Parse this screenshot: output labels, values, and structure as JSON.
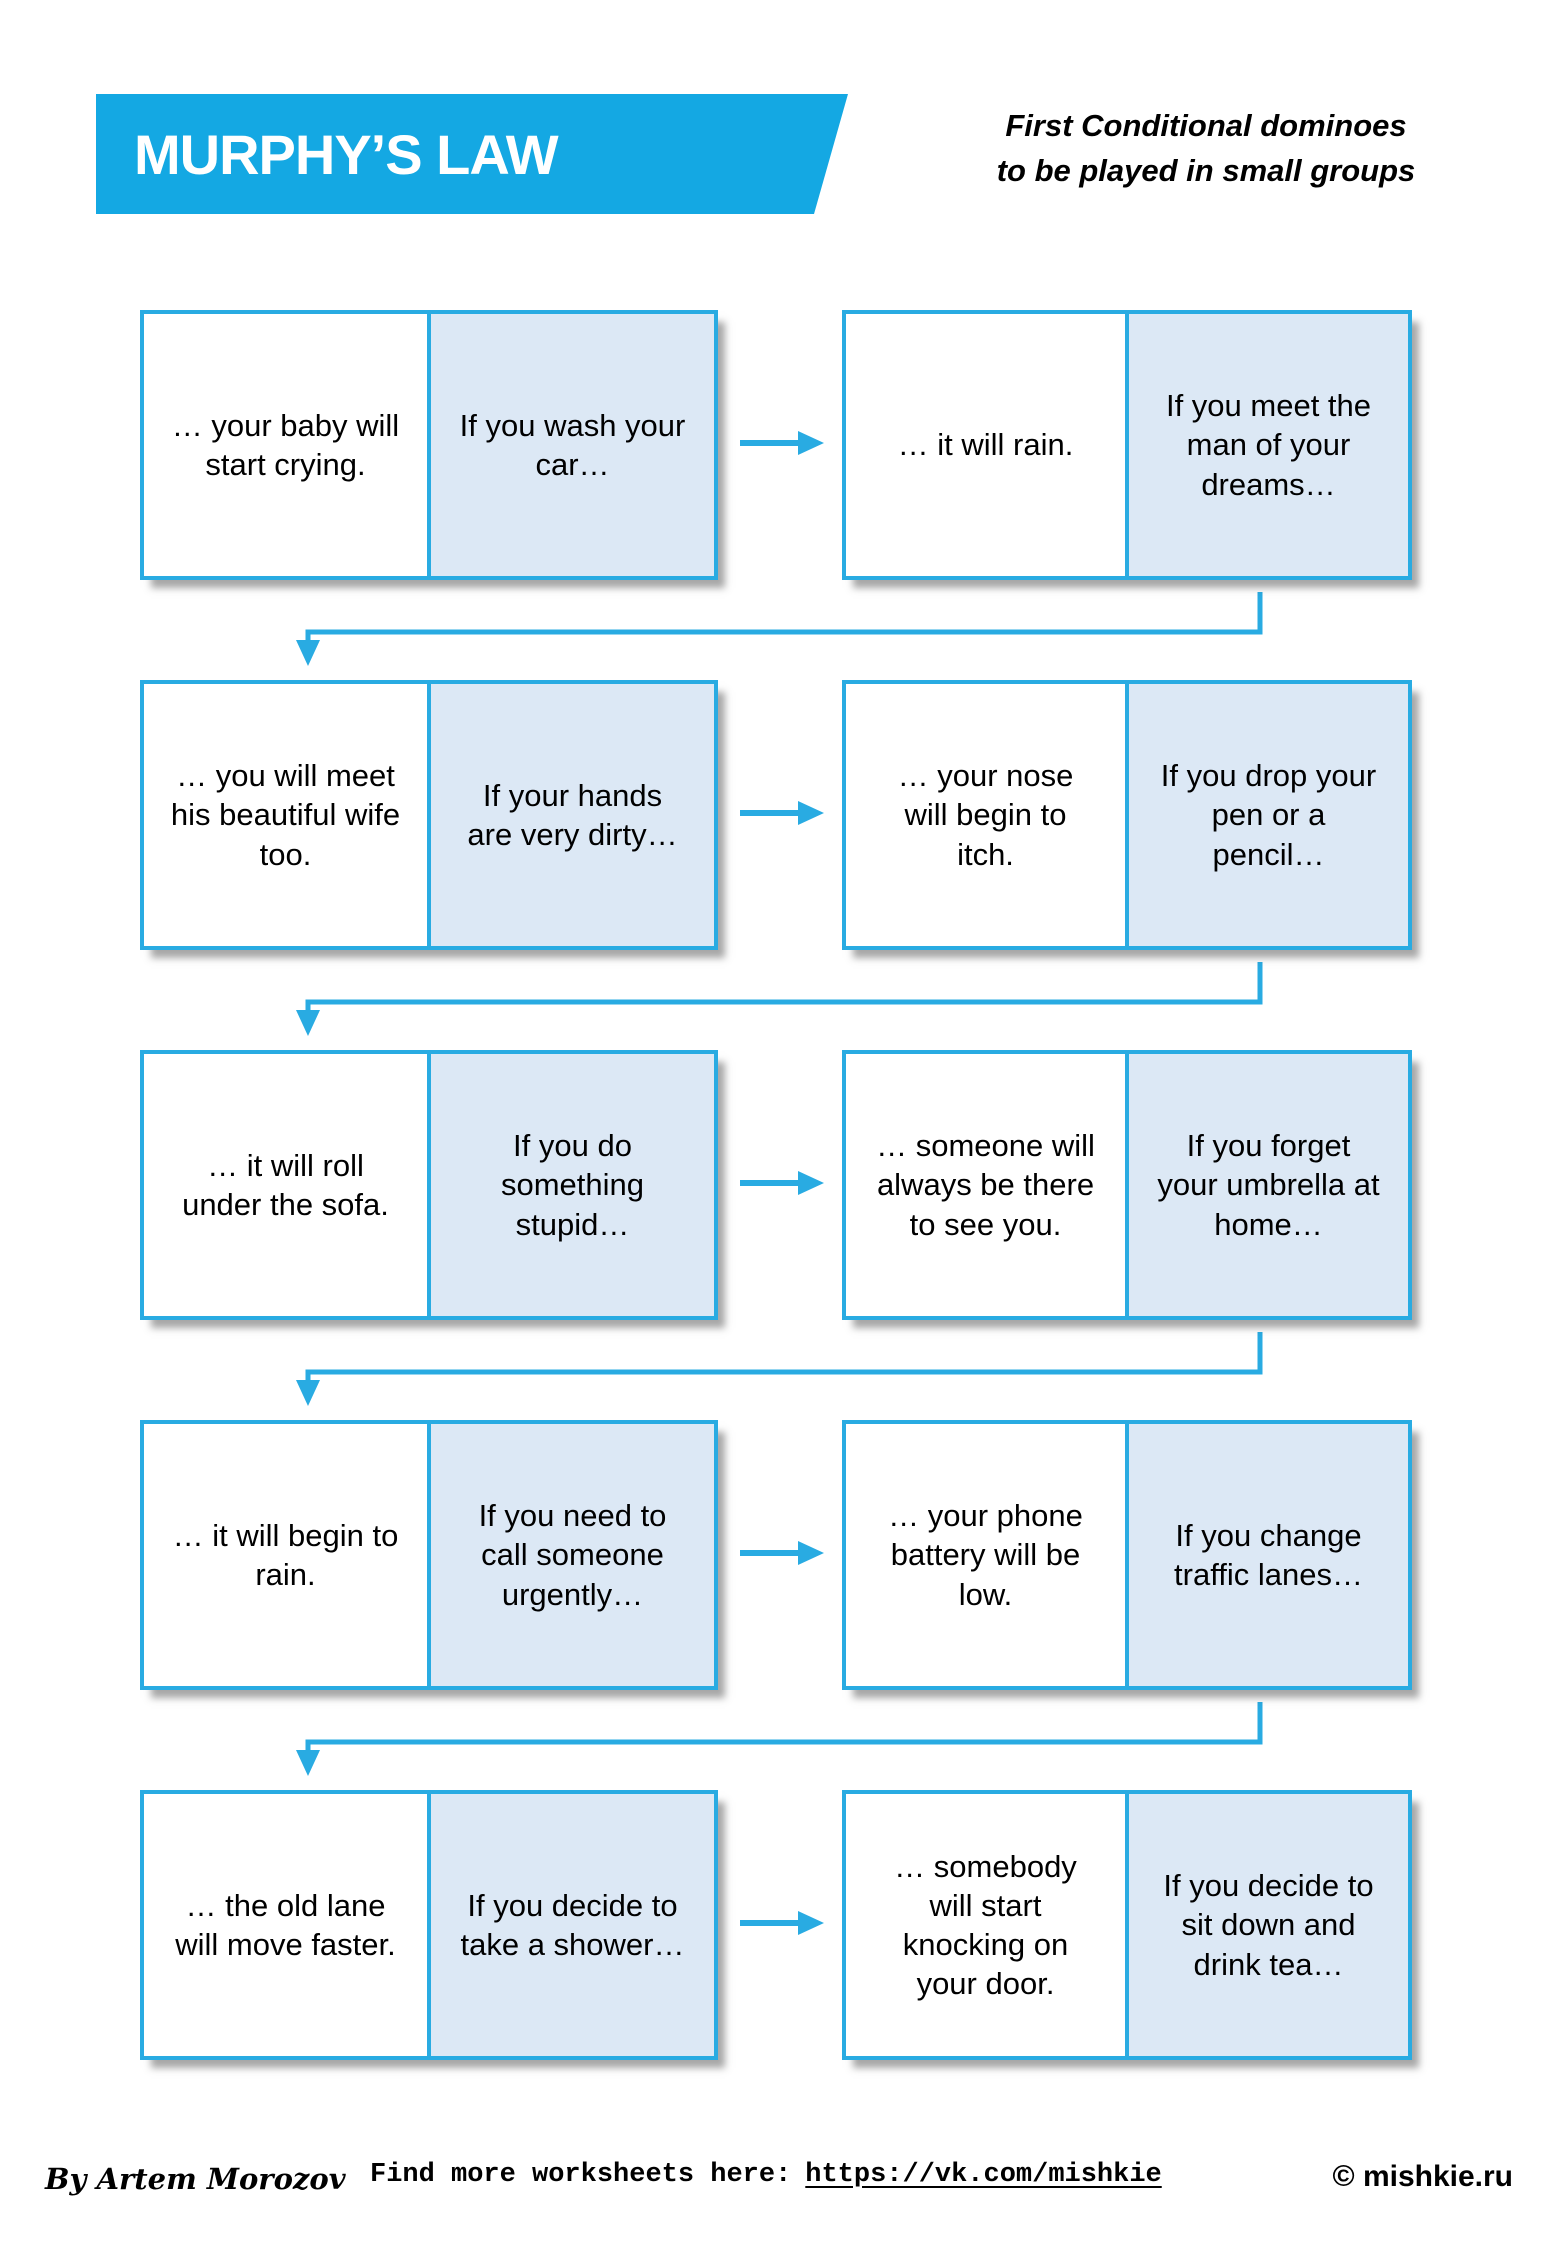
{
  "header": {
    "title": "MURPHY’S LAW",
    "subtitle_line1": "First Conditional dominoes",
    "subtitle_line2": "to be played in small groups"
  },
  "rows": [
    {
      "left": {
        "end": "… your baby will start crying.",
        "if": "If you wash your car…"
      },
      "right": {
        "end": "… it will rain.",
        "if": "If you meet the man of your dreams…"
      }
    },
    {
      "left": {
        "end": "… you will meet his beautiful wife too.",
        "if": "If your hands are very dirty…"
      },
      "right": {
        "end": "… your nose will begin to itch.",
        "if": "If you drop your pen or a pencil…"
      }
    },
    {
      "left": {
        "end": "… it will roll under the sofa.",
        "if": "If you do something stupid…"
      },
      "right": {
        "end": "… someone will always be there to see you.",
        "if": "If you forget your umbrella at home…"
      }
    },
    {
      "left": {
        "end": "… it will begin to rain.",
        "if": "If you need to call someone urgently…"
      },
      "right": {
        "end": "… your phone battery will be low.",
        "if": "If you change traffic lanes…"
      }
    },
    {
      "left": {
        "end": "… the old lane will move faster.",
        "if": "If you decide to take a shower…"
      },
      "right": {
        "end": "… somebody will start knocking on your door.",
        "if": "If you decide to sit down and drink tea…"
      }
    }
  ],
  "footer": {
    "author": "By Artem Morozov",
    "find_text": "Find more worksheets here:",
    "link": "https://vk.com/mishkie",
    "copyright": "© mishkie.ru"
  },
  "colors": {
    "accent": "#29abe2",
    "banner_blue": "#14a8e3",
    "tile_fill": "#dce8f5",
    "shadow": "rgba(80,80,80,0.5)",
    "text": "#000000"
  }
}
